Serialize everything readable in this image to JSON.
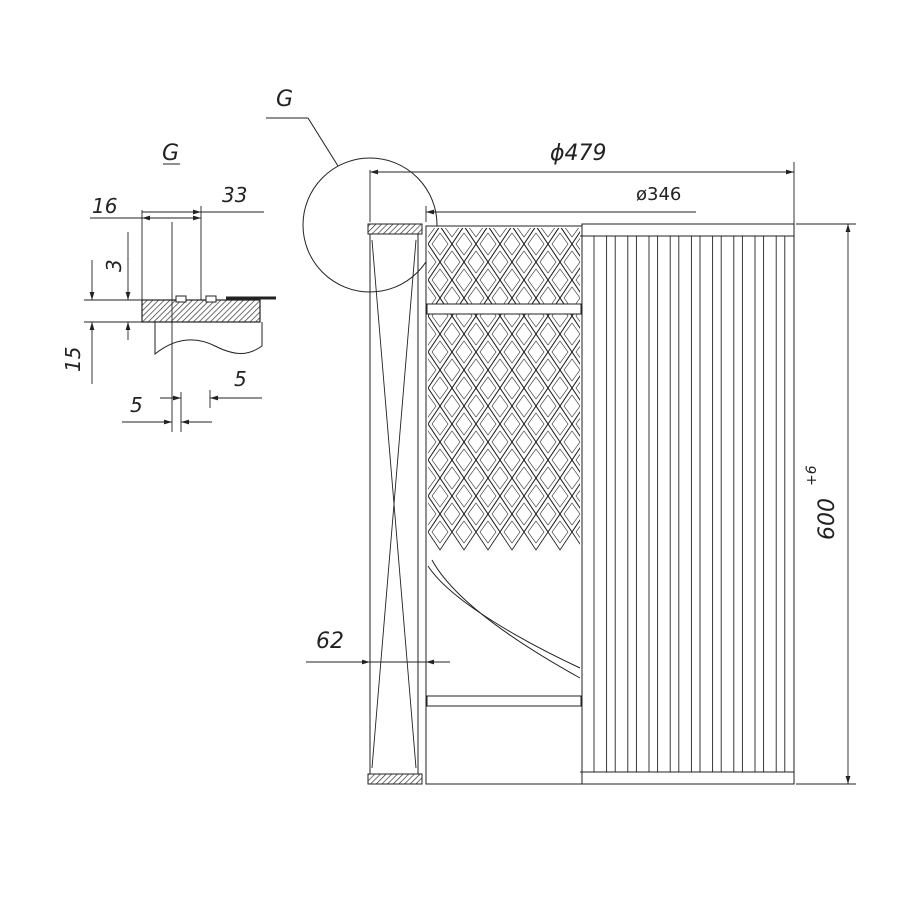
{
  "drawing": {
    "detail_callout": "G",
    "detail_title": "G",
    "outer_diameter": "ϕ479",
    "inner_diameter": "ø346",
    "height": "600",
    "height_tolerance": "+6",
    "wall_offset": "62"
  },
  "detail": {
    "dim_16": "16",
    "dim_33": "33",
    "dim_3": "3",
    "dim_15": "15",
    "dim_5_right": "5",
    "dim_5_left": "5"
  }
}
